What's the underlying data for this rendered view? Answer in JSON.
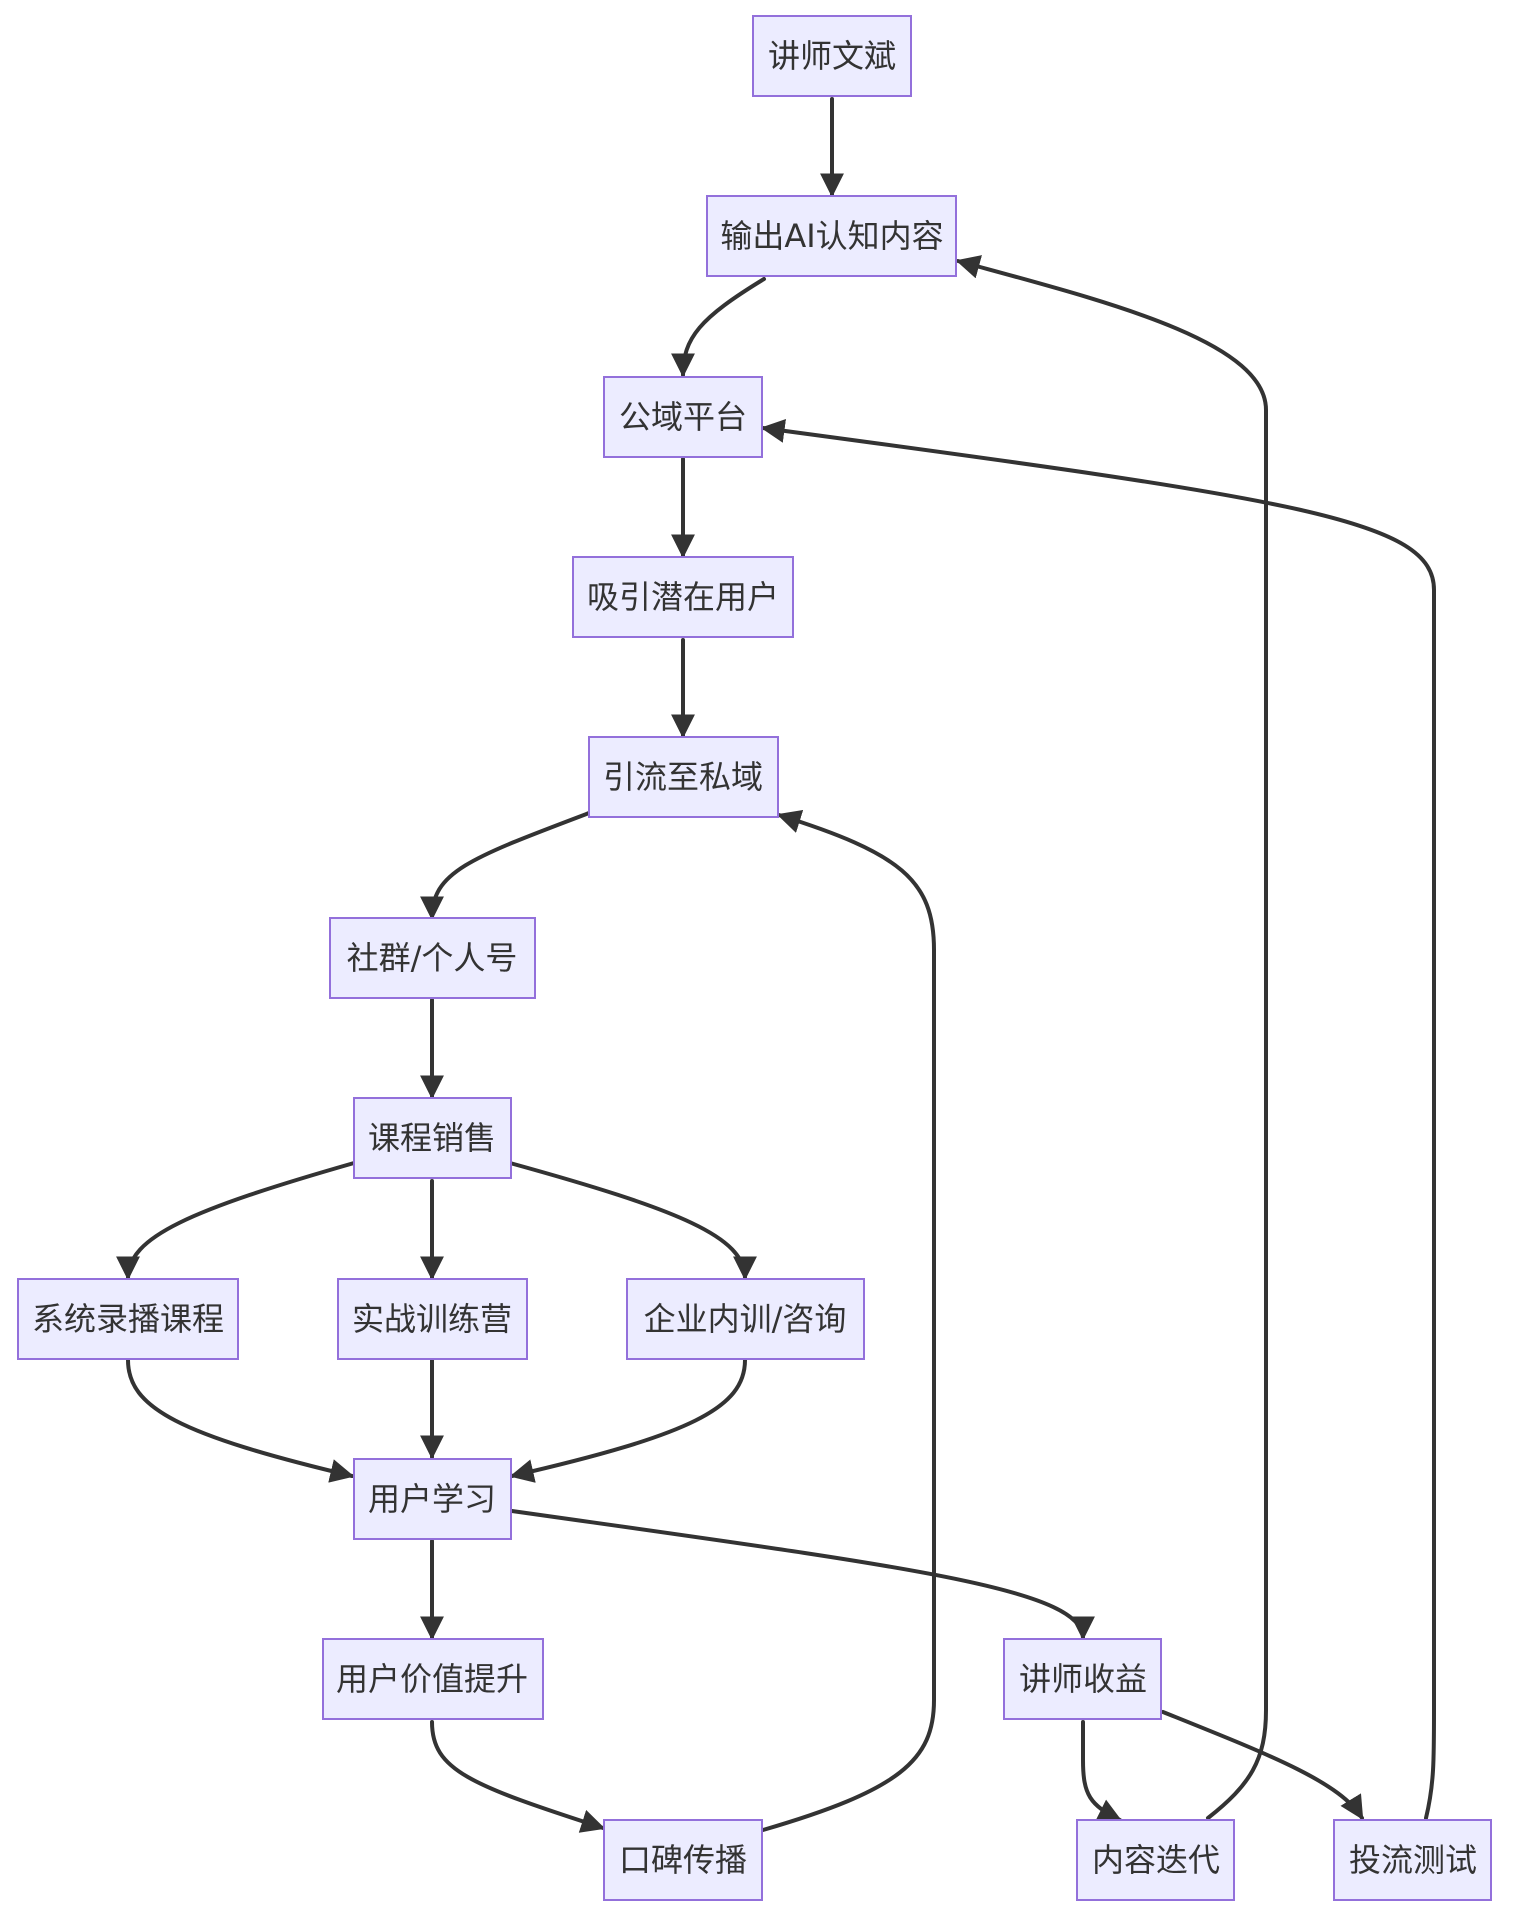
{
  "colors": {
    "node_fill": "#ECECFF",
    "node_stroke": "#9370DB",
    "edge_stroke": "#333333",
    "text": "#333333",
    "background": "#FFFFFF"
  },
  "nodes": {
    "lecturer": {
      "label": "讲师文斌"
    },
    "output_ai_content": {
      "label": "输出AI认知内容"
    },
    "public_platform": {
      "label": "公域平台"
    },
    "attract_users": {
      "label": "吸引潜在用户"
    },
    "private_traffic": {
      "label": "引流至私域"
    },
    "community": {
      "label": "社群/个人号"
    },
    "course_sales": {
      "label": "课程销售"
    },
    "recorded_courses": {
      "label": "系统录播课程"
    },
    "training_camp": {
      "label": "实战训练营"
    },
    "corporate_training": {
      "label": "企业内训/咨询"
    },
    "user_learning": {
      "label": "用户学习"
    },
    "user_value": {
      "label": "用户价值提升"
    },
    "word_of_mouth": {
      "label": "口碑传播"
    },
    "lecturer_income": {
      "label": "讲师收益"
    },
    "content_iteration": {
      "label": "内容迭代"
    },
    "ad_testing": {
      "label": "投流测试"
    }
  },
  "edges": [
    {
      "from": "lecturer",
      "to": "output_ai_content"
    },
    {
      "from": "output_ai_content",
      "to": "public_platform"
    },
    {
      "from": "public_platform",
      "to": "attract_users"
    },
    {
      "from": "attract_users",
      "to": "private_traffic"
    },
    {
      "from": "private_traffic",
      "to": "community"
    },
    {
      "from": "community",
      "to": "course_sales"
    },
    {
      "from": "course_sales",
      "to": "recorded_courses"
    },
    {
      "from": "course_sales",
      "to": "training_camp"
    },
    {
      "from": "course_sales",
      "to": "corporate_training"
    },
    {
      "from": "recorded_courses",
      "to": "user_learning"
    },
    {
      "from": "training_camp",
      "to": "user_learning"
    },
    {
      "from": "corporate_training",
      "to": "user_learning"
    },
    {
      "from": "user_learning",
      "to": "user_value"
    },
    {
      "from": "user_learning",
      "to": "lecturer_income"
    },
    {
      "from": "user_value",
      "to": "word_of_mouth"
    },
    {
      "from": "word_of_mouth",
      "to": "private_traffic"
    },
    {
      "from": "lecturer_income",
      "to": "content_iteration"
    },
    {
      "from": "lecturer_income",
      "to": "ad_testing"
    },
    {
      "from": "content_iteration",
      "to": "output_ai_content"
    },
    {
      "from": "ad_testing",
      "to": "public_platform"
    }
  ]
}
